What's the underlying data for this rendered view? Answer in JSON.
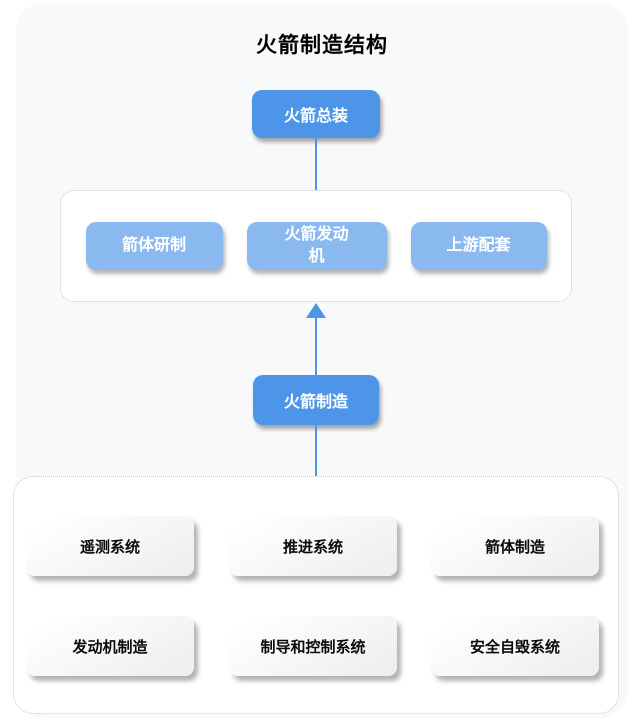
{
  "title": "火箭制造结构",
  "colors": {
    "canvas_bg": "#f8f9fa",
    "primary_blue": "#4c95e8",
    "light_blue": "#8ab9f0",
    "group_bg": "#ffffff",
    "group_border": "#c0c4c9",
    "system_item_bg": "#f0f0f0",
    "text_light": "#ffffff",
    "text_dark": "#0a0a0a"
  },
  "nodes": {
    "assembly": {
      "label": "火箭总装"
    },
    "manufacturing": {
      "label": "火箭制造"
    }
  },
  "development_group": {
    "items": [
      {
        "label": "箭体研制"
      },
      {
        "label": "火箭发动机"
      },
      {
        "label": "上游配套"
      }
    ]
  },
  "systems_group": {
    "items": [
      {
        "label": "遥测系统"
      },
      {
        "label": "推进系统"
      },
      {
        "label": "箭体制造"
      },
      {
        "label": "发动机制造"
      },
      {
        "label": "制导和控制系统"
      },
      {
        "label": "安全自毁系统"
      }
    ]
  }
}
